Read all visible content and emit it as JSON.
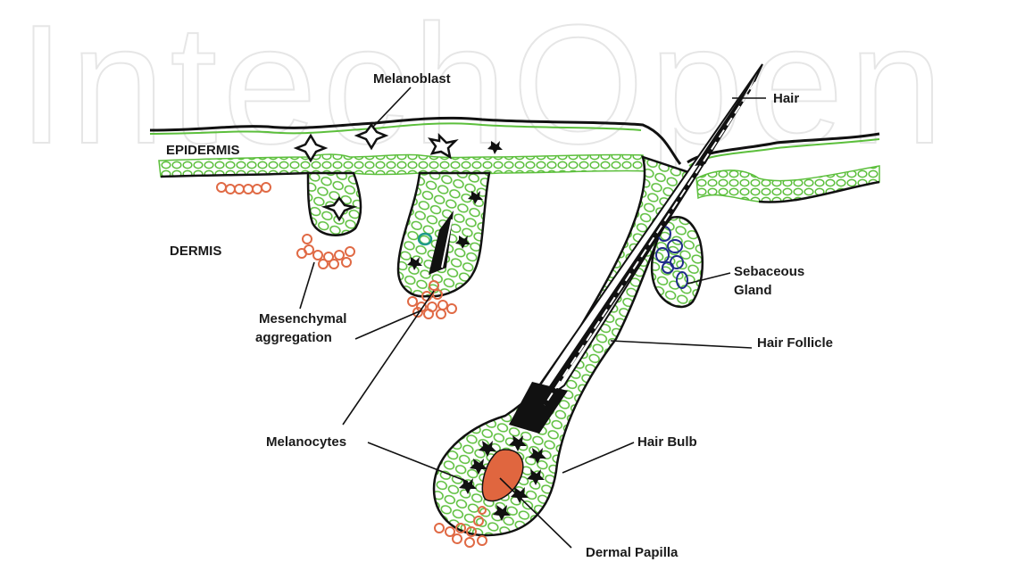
{
  "watermark": "IntechOpen",
  "labels": {
    "melanoblast": "Melanoblast",
    "hair": "Hair",
    "epidermis": "EPIDERMIS",
    "dermis": "DERMIS",
    "sebaceous_line1": "Sebaceous",
    "sebaceous_line2": "Gland",
    "mesenchymal_line1": "Mesenchymal",
    "mesenchymal_line2": "aggregation",
    "hair_follicle": "Hair Follicle",
    "melanocytes": "Melanocytes",
    "hair_bulb": "Hair Bulb",
    "dermal_papilla": "Dermal Papilla"
  },
  "colors": {
    "cell_green": "#5cbf3c",
    "outline": "#111111",
    "mesenchyme": "#e06a45",
    "papilla": "#e0663f",
    "gland_blue": "#1f2a8a",
    "teal_cell": "#1f9a8a",
    "watermark": "#e6e6e6"
  }
}
